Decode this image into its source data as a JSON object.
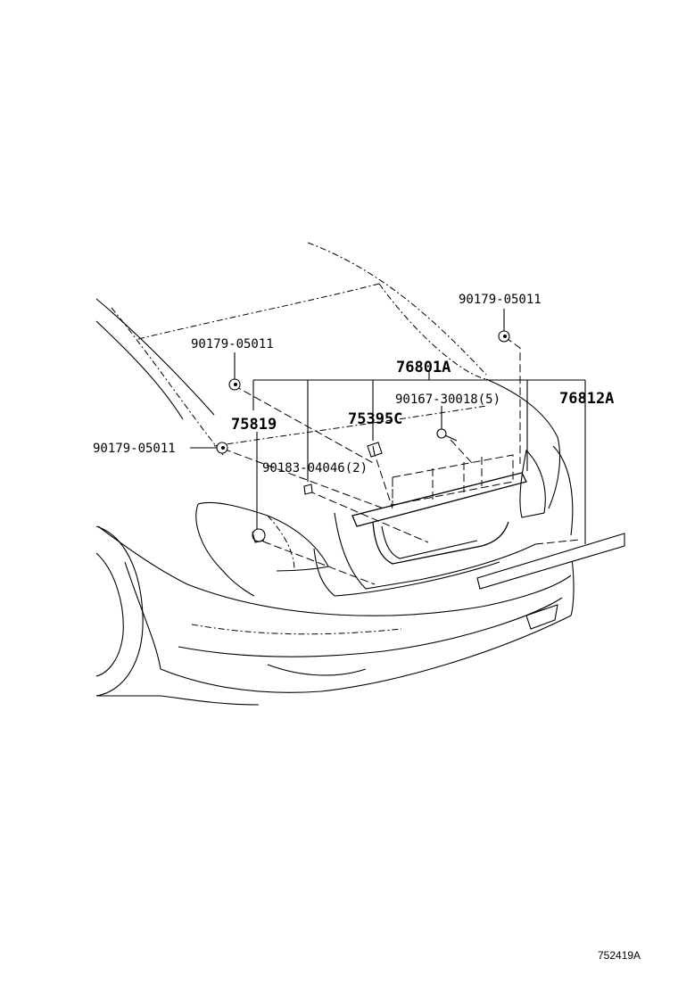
{
  "labels": {
    "clip_top_right": "90179-05011",
    "clip_top_left": "90179-05011",
    "clip_left": "90179-05011",
    "assembly": "76801A",
    "screw": "90167-30018(5)",
    "garnish_lower": "76812A",
    "emblem_left": "75819",
    "emblem_center": "75395C",
    "nut": "90183-04046(2)"
  },
  "diagram_id": "752419A"
}
